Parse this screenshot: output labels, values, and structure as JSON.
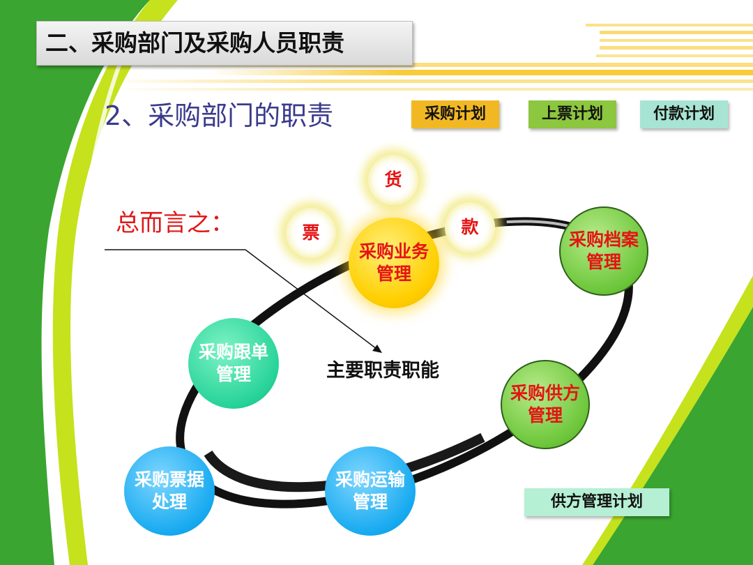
{
  "header": {
    "title": "二、采购部门及采购人员职责"
  },
  "section": {
    "subtitle": "2、采购部门的职责"
  },
  "tags": {
    "purchase_plan": "采购计划",
    "invoice_plan": "上票计划",
    "payment_plan": "付款计划",
    "supplier_plan": "供方管理计划"
  },
  "diagram": {
    "summary_label": "总而言之：",
    "center_label": "主要职责职能",
    "core_node": {
      "line1": "采购业务",
      "line2": "管理"
    },
    "satellites": {
      "goods": "货",
      "invoice": "票",
      "payment": "款"
    },
    "nodes": {
      "archive": {
        "line1": "采购档案",
        "line2": "管理"
      },
      "supplier": {
        "line1": "采购供方",
        "line2": "管理"
      },
      "transport": {
        "line1": "采购运输",
        "line2": "管理"
      },
      "receipts": {
        "line1": "采购票据",
        "line2": "处理"
      },
      "followup": {
        "line1": "采购跟单",
        "line2": "管理"
      }
    }
  },
  "colors": {
    "green_band": "#3aa531",
    "lime_band": "#c5e21c",
    "gold_stripe": "#f7c316",
    "title_text": "#3a3a8c",
    "highlight_text": "#e01818",
    "tag_purchase": "#f2b824",
    "tag_invoice": "#8dc63f",
    "tag_payment": "#a8e4d3",
    "tag_supplier": "#b5efd4"
  }
}
